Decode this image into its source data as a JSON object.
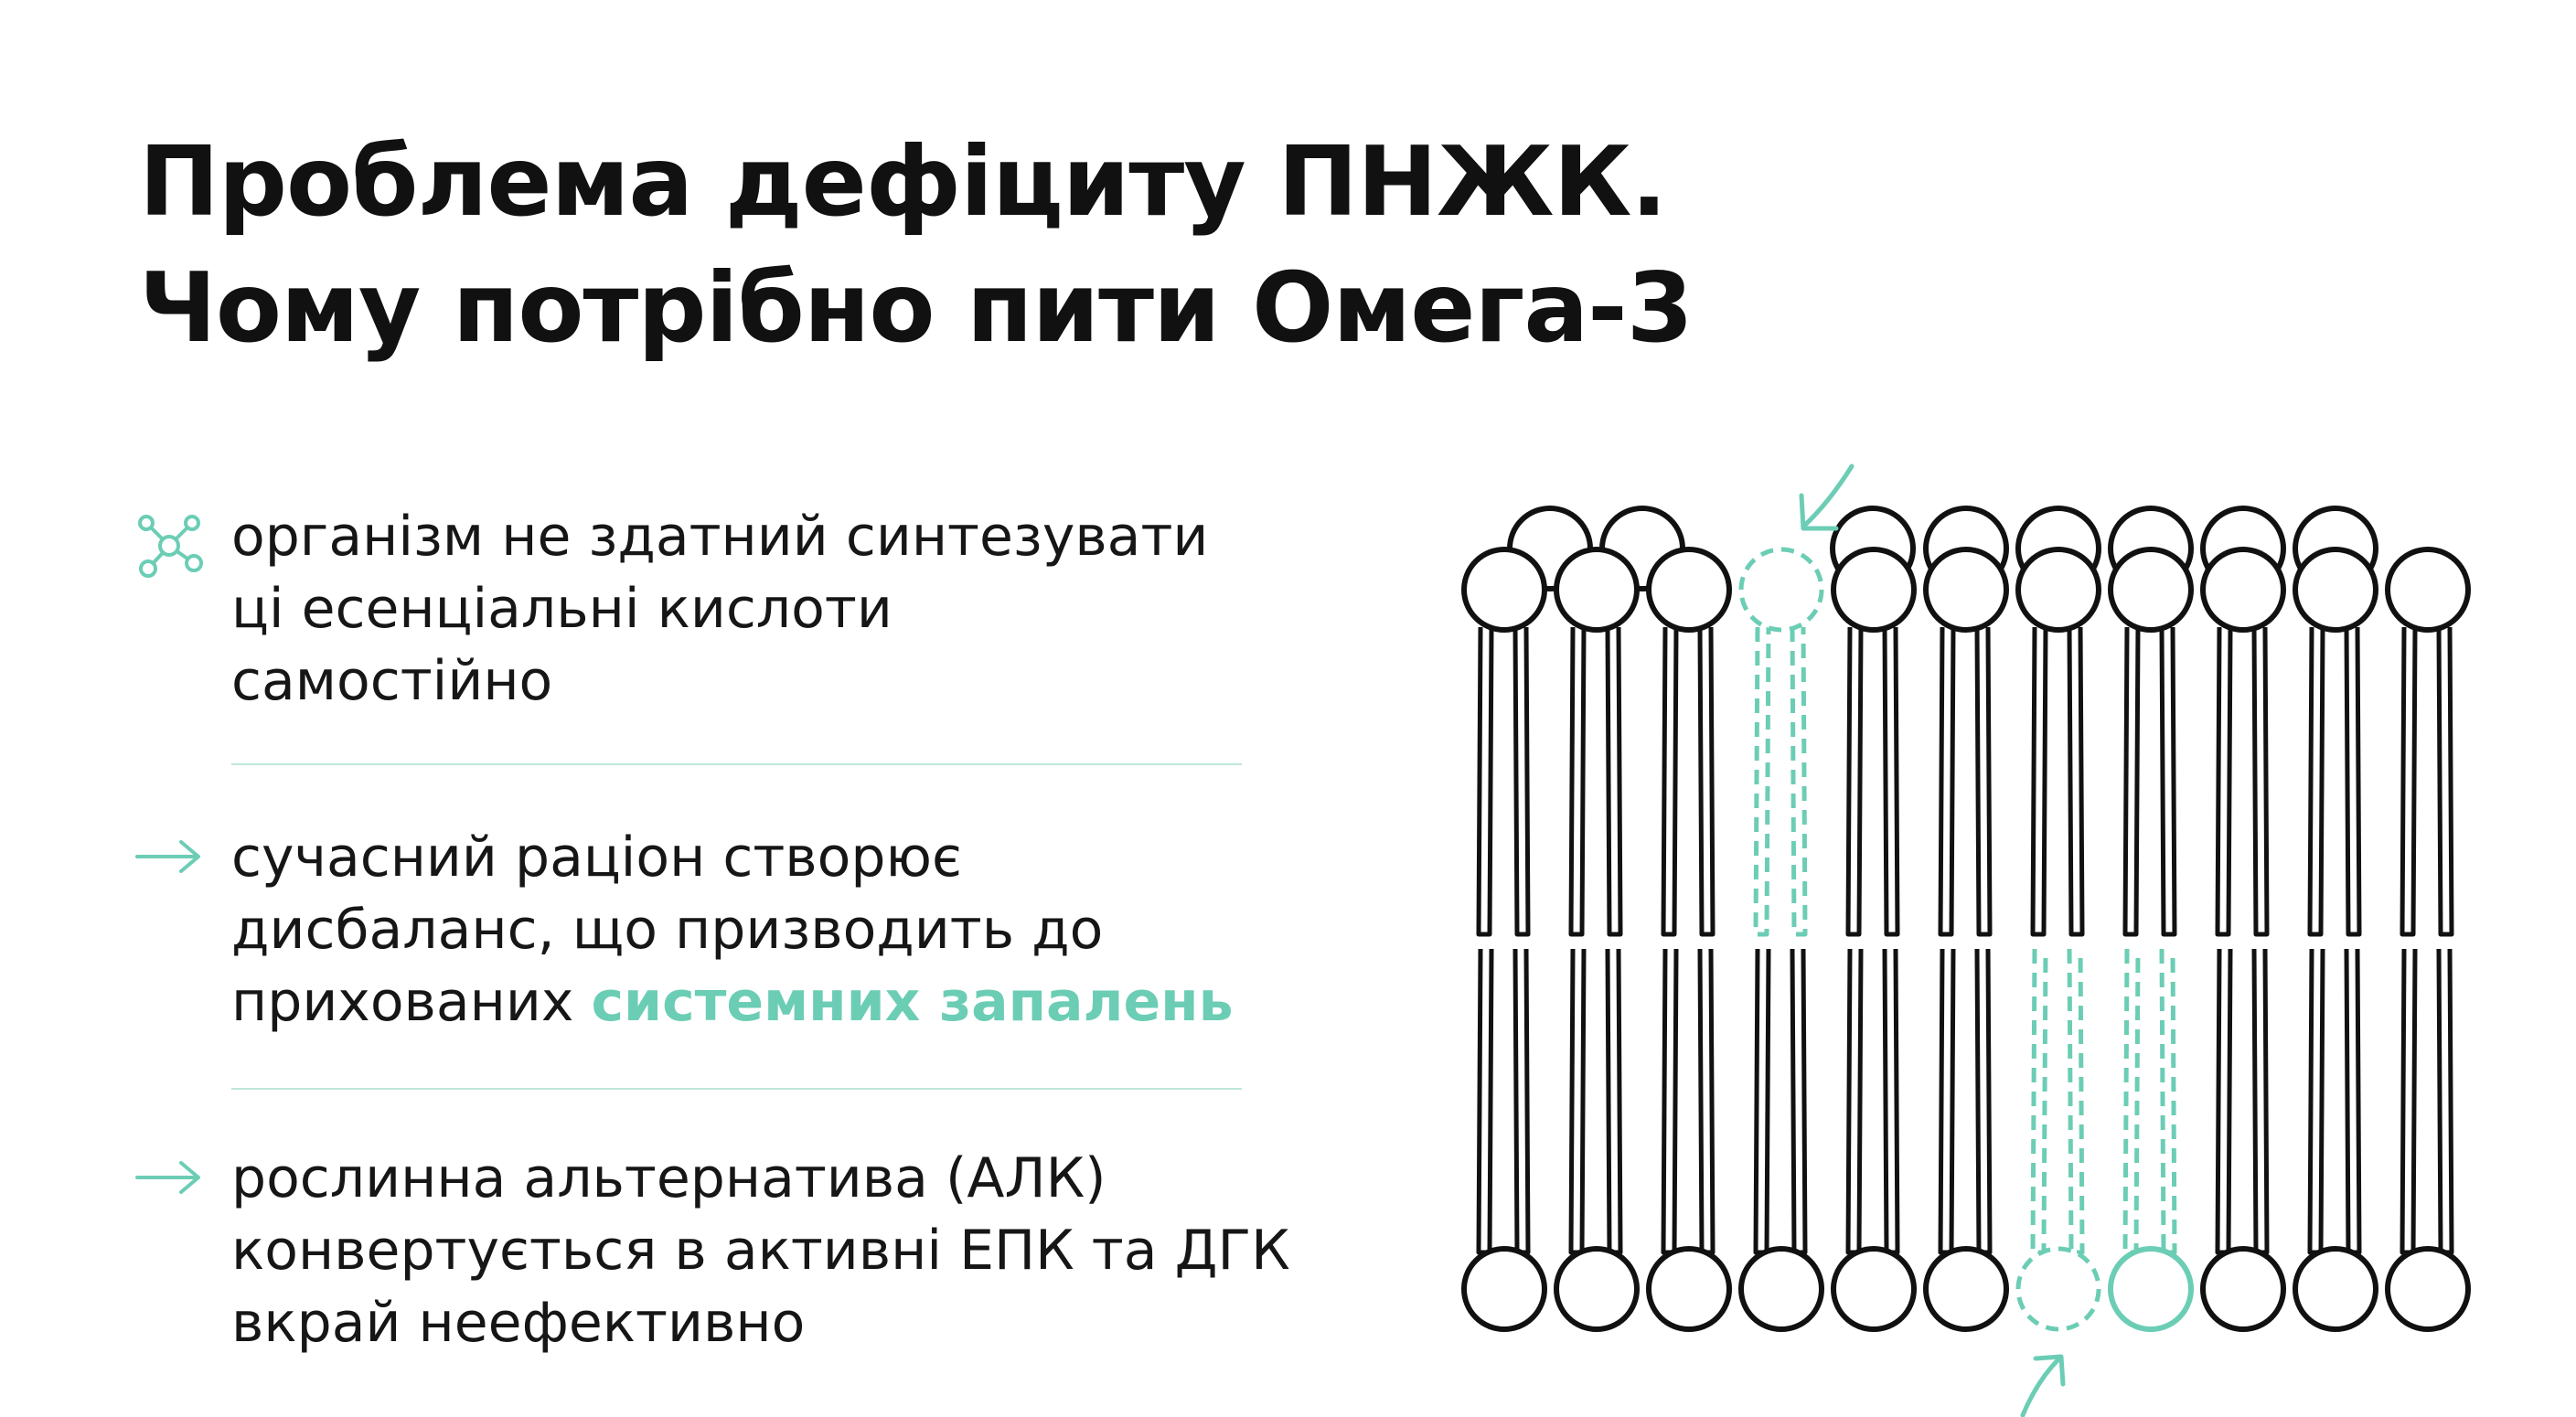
{
  "slide": {
    "title_line1": "Проблема дефіциту ПНЖК.",
    "title_line2": "Чому потрібно пити Омега-3"
  },
  "bullets": [
    {
      "icon": "molecule-icon",
      "lines": [
        "організм не здатний синтезувати",
        "ці есенціальні кислоти",
        "самостійно"
      ]
    },
    {
      "icon": "arrow-right-icon",
      "lines": [
        "сучасний раціон створює",
        "дисбаланс, що призводить до"
      ],
      "line3_prefix": "прихованих ",
      "line3_highlight": "системних запалень"
    },
    {
      "icon": "arrow-right-icon",
      "lines": [
        "рослинна альтернатива (АЛК)",
        "конвертується в активні ЕПК та ДГК",
        "вкрай неефективно"
      ]
    }
  ],
  "colors": {
    "accent": "#6ccdb5",
    "text": "#111111",
    "divider": "#bfe7dc"
  }
}
